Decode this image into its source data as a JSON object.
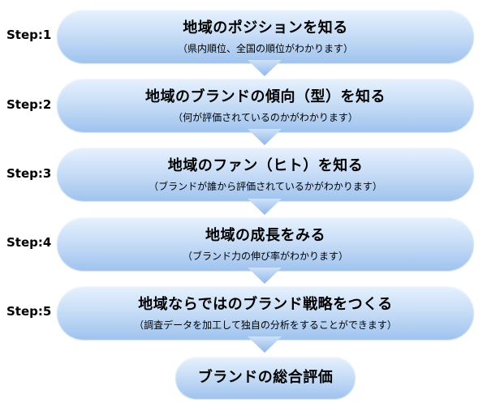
{
  "steps": [
    {
      "label": "Step:1",
      "title": "地域のポジションを知る",
      "sub": "（県内順位、全国の順位がわかります）"
    },
    {
      "label": "Step:2",
      "title": "地域のブランドの傾向（型）を知る",
      "sub": "（何が評価されているのかがわかります）"
    },
    {
      "label": "Step:3",
      "title": "地域のファン（ヒト）を知る",
      "sub": "（ブランドが誰から評価されているかがわかります）"
    },
    {
      "label": "Step:4",
      "title": "地域の成長をみる",
      "sub": "（ブランド力の伸び率がわかります）"
    },
    {
      "label": "Step:5",
      "title": "地域ならではのブランド戦略をつくる",
      "sub": "（調査データを加工して独自の分析をすることができます）"
    }
  ],
  "final": {
    "title": "ブランドの総合評価"
  },
  "colors": {
    "box_light": "#e6f1fd",
    "box_dark": "#9fc3ee",
    "arrow": "#9fc3ee"
  }
}
